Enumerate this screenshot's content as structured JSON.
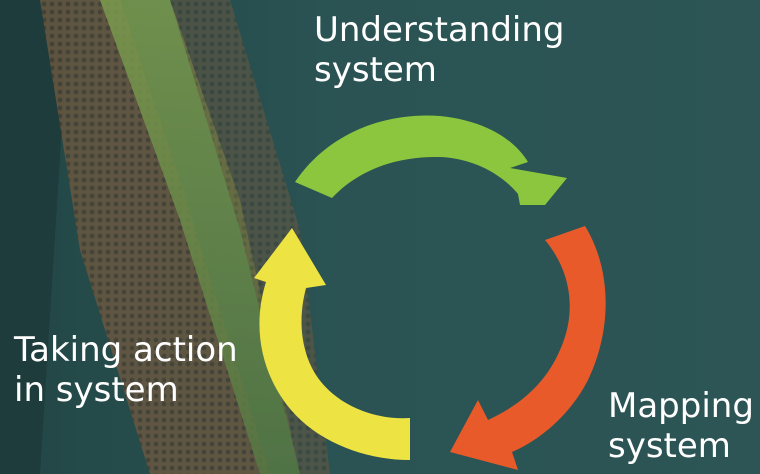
{
  "diagram": {
    "steps": [
      {
        "line1": "Understanding",
        "line2": "system",
        "color": "#8cc63e"
      },
      {
        "line1": "Mapping",
        "line2": "system",
        "color": "#e85a2a"
      },
      {
        "line1": "Taking action",
        "line2": "in system",
        "color": "#ede444"
      }
    ]
  }
}
